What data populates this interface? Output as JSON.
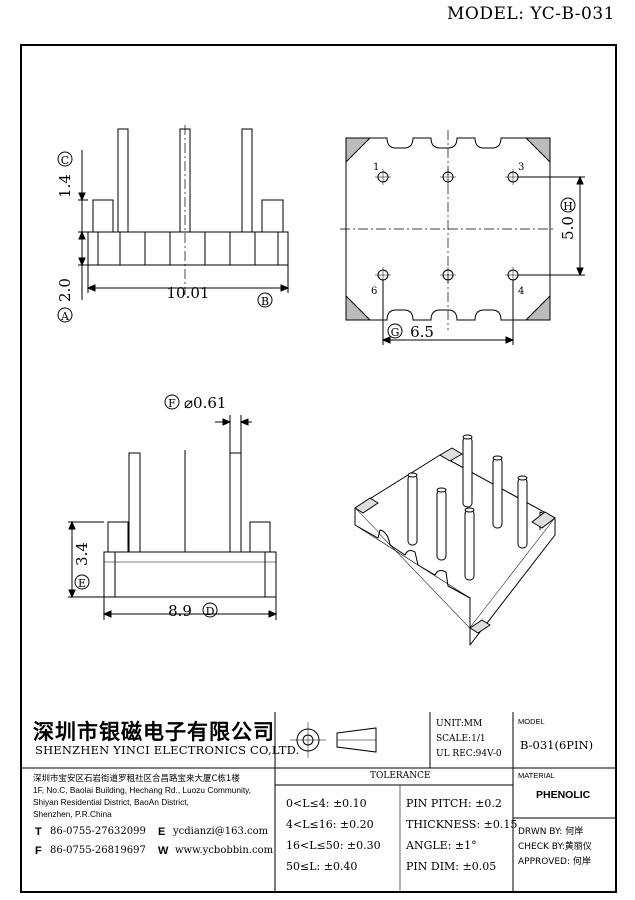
{
  "model": "MODEL: YC-B-031",
  "dims": {
    "c": "C",
    "c_val": "1.4",
    "a": "A",
    "a_val": "2.0",
    "width_val": "10.01",
    "b": "B",
    "h": "H",
    "h_val": "5.0",
    "g": "G",
    "g_val": "6.5",
    "f": "F",
    "f_val": "⌀0.61",
    "e": "E",
    "e_val": "3.4",
    "d": "D",
    "d_val": "8.9",
    "pin1": "1",
    "pin3": "3",
    "pin4": "4",
    "pin6": "6"
  },
  "company": {
    "name_cn": "深圳市银磁电子有限公司",
    "name_en": "SHENZHEN YINCI ELECTRONICS CO,LTD.",
    "addr_cn": "深圳市宝安区石岩街道罗租社区合昌路宝来大厦C栋1楼",
    "addr_en1": "1F, No.C, Baolai Building, Hechang Rd., Luozu Community,",
    "addr_en2": "Shiyan Residential District, BaoAn District,",
    "addr_en3": "Shenzhen, P.R.China",
    "t_label": "T",
    "t_val": "86-0755-27632099",
    "e_label": "E",
    "e_val": "ycdianzi@163.com",
    "f_label": "F",
    "f_val": "86-0755-26819697",
    "w_label": "W",
    "w_val": "www.ycbobbin.com"
  },
  "specs": {
    "unit": "UNIT:MM",
    "scale": "SCALE:1/1",
    "ul": "UL REC:94V-0",
    "model_label": "MODEL",
    "model_val": "B-031(6PIN)",
    "material_label": "MATERIAL",
    "material_val": "PHENOLIC",
    "drawn": "DRWN BY: 何岸",
    "check": "CHECK BY:黄丽仪",
    "approved": "APPROVED: 何岸"
  },
  "tolerance": {
    "title": "TOLERANCE",
    "left": [
      "0<L≤4: ±0.10",
      "4<L≤16: ±0.20",
      "16<L≤50: ±0.30",
      "50≤L: ±0.40"
    ],
    "right": [
      "PIN PITCH: ±0.2",
      "THICKNESS: ±0.15",
      "ANGLE: ±1°",
      "PIN DIM: ±0.05"
    ]
  }
}
